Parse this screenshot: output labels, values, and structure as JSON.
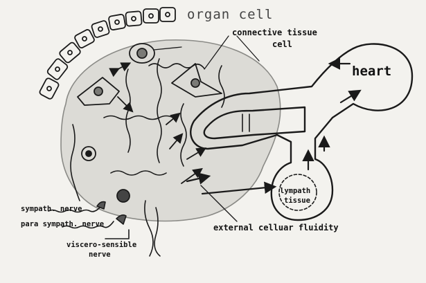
{
  "labels": {
    "organ_cell": "organ cell",
    "connective_tissue_cell_line1": "connective tissue",
    "connective_tissue_cell_line2": "cell",
    "heart": "heart",
    "lympath_tissue_line1": "lympath",
    "lympath_tissue_line2": "tissue",
    "sympath_nerve": "sympath. nerve",
    "para_sympath_nerve": "para sympath. nerve",
    "viscero_sensible_line1": "viscero-sensible",
    "viscero_sensible_line2": "nerve",
    "external_celluar_fluidity": "external celluar fluidity"
  },
  "colors": {
    "ink": "#1a1a1a",
    "paper": "#f3f2ee",
    "tissue_fill": "#dcdbd6"
  }
}
